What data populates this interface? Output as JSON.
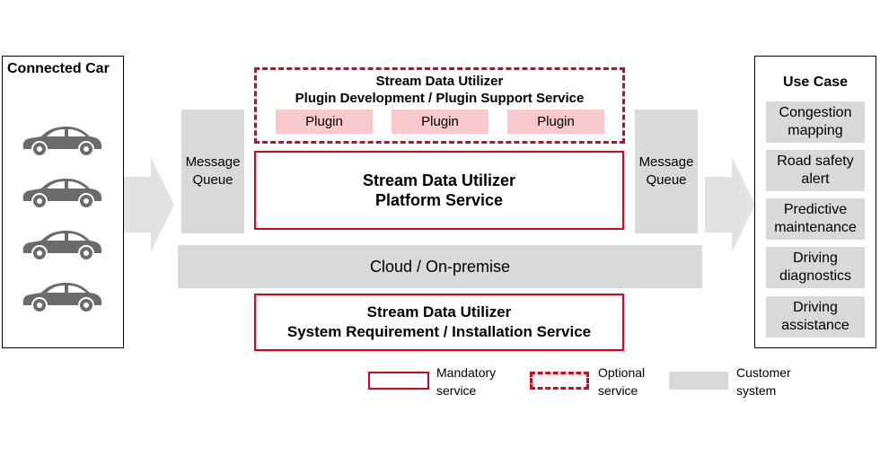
{
  "connected_car": {
    "title": "Connected Car",
    "car_icon": "car-icon"
  },
  "message_queue_left": {
    "line1": "Message",
    "line2": "Queue"
  },
  "message_queue_right": {
    "line1": "Message",
    "line2": "Queue"
  },
  "plugin_service": {
    "title_line1": "Stream Data Utilizer",
    "title_line2": "Plugin Development / Plugin Support Service",
    "plugins": [
      "Plugin",
      "Plugin",
      "Plugin"
    ]
  },
  "platform_service": {
    "line1": "Stream Data Utilizer",
    "line2": "Platform Service"
  },
  "cloud": {
    "label": "Cloud / On-premise"
  },
  "installation_service": {
    "line1": "Stream Data Utilizer",
    "line2": "System Requirement / Installation Service"
  },
  "use_case": {
    "title": "Use Case",
    "items": [
      {
        "line1": "Congestion",
        "line2": "mapping"
      },
      {
        "line1": "Road safety",
        "line2": "alert"
      },
      {
        "line1": "Predictive",
        "line2": "maintenance"
      },
      {
        "line1": "Driving",
        "line2": "diagnostics"
      },
      {
        "line1": "Driving",
        "line2": "assistance"
      }
    ]
  },
  "legend": {
    "mandatory": {
      "line1": "Mandatory",
      "line2": "service"
    },
    "optional": {
      "line1": "Optional",
      "line2": "service"
    },
    "customer": {
      "line1": "Customer",
      "line2": "system"
    }
  },
  "colors": {
    "red": "#e1001a",
    "grey": "#d9d9d9",
    "pink": "#f7c8cc",
    "car": "#6b6b6b"
  }
}
